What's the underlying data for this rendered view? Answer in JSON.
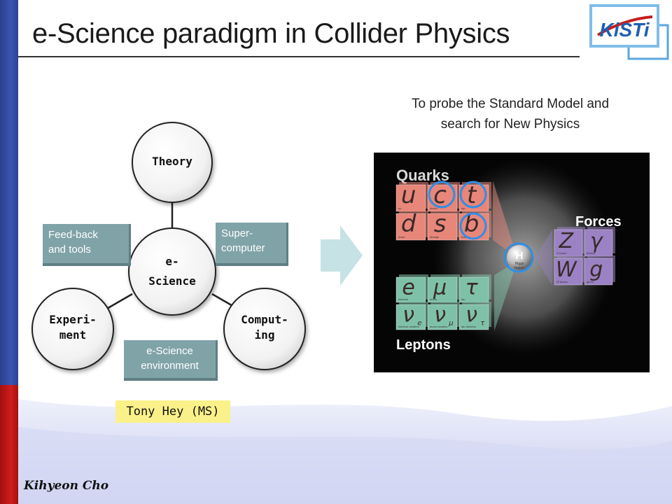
{
  "slide": {
    "title": "e-Science paradigm in Collider Physics",
    "logo_text": "KiSTi",
    "author": "Kihyeon Cho"
  },
  "diagram": {
    "center": {
      "line1": "e-",
      "line2": "Science"
    },
    "theory": "Theory",
    "experiment": {
      "line1": "Experi-",
      "line2": "ment"
    },
    "computing": {
      "line1": "Comput-",
      "line2": "ing"
    },
    "boxes": {
      "feedback": {
        "line1": "Feed-back",
        "line2": "and tools"
      },
      "supercomputer": {
        "line1": "Super-",
        "line2": "computer"
      },
      "environment": {
        "line1": "e-Science",
        "line2": "environment"
      }
    },
    "credit": "Tony Hey (MS)"
  },
  "physics": {
    "caption_line1": "To probe the Standard Model and",
    "caption_line2": "search for New Physics",
    "quarks_label": "Quarks",
    "leptons_label": "Leptons",
    "forces_label": "Forces",
    "higgs": {
      "symbol": "H",
      "line1": "Higgs",
      "line2": "boson"
    },
    "quarks": [
      {
        "symbol": "u",
        "name": "up"
      },
      {
        "symbol": "c",
        "name": "charm"
      },
      {
        "symbol": "t",
        "name": "top"
      },
      {
        "symbol": "d",
        "name": "down"
      },
      {
        "symbol": "s",
        "name": "strange"
      },
      {
        "symbol": "b",
        "name": "bottom"
      }
    ],
    "leptons": [
      {
        "symbol": "e",
        "name": "electron"
      },
      {
        "symbol": "μ",
        "name": "muon"
      },
      {
        "symbol": "τ",
        "name": "tau"
      },
      {
        "symbol": "ν",
        "sub": "e",
        "name": "electron neutrino"
      },
      {
        "symbol": "ν",
        "sub": "μ",
        "name": "muon neutrino"
      },
      {
        "symbol": "ν",
        "sub": "τ",
        "name": "tau neutrino"
      }
    ],
    "forces": [
      {
        "symbol": "Z",
        "name": "Z boson"
      },
      {
        "symbol": "γ",
        "name": "photon"
      },
      {
        "symbol": "W",
        "name": "W boson"
      },
      {
        "symbol": "g",
        "name": "gluon"
      }
    ]
  },
  "colors": {
    "quark_tile": "#e8867a",
    "lepton_tile": "#7fc1a8",
    "force_tile": "#9b82c4",
    "highlight_ring": "#2f8ee6",
    "box_fill": "#80a3a8",
    "credit_bg": "#fbf18a"
  }
}
